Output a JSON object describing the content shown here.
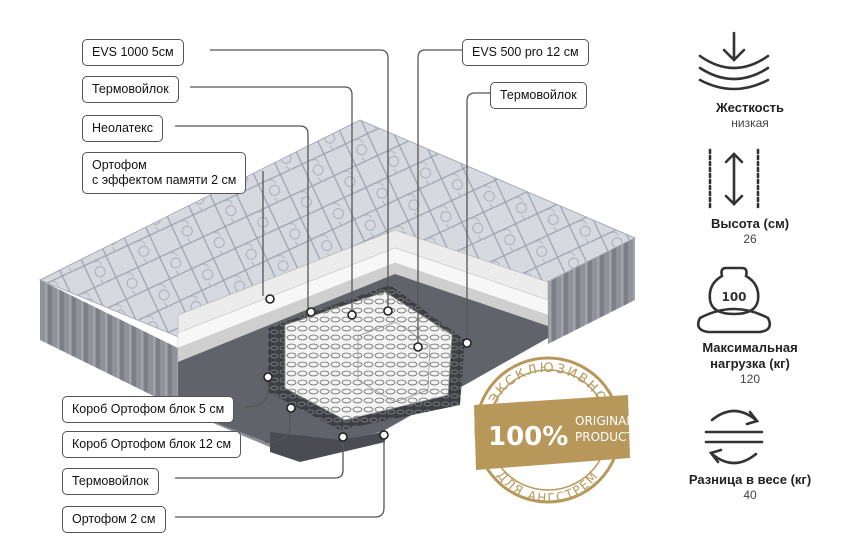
{
  "labels": {
    "evs1000": "EVS 1000 5см",
    "termo1": "Термовойлок",
    "neolatex": "Неолатекс",
    "ortofom_l1": "Ортофом",
    "ortofom_l2": "с эффектом памяти 2 см",
    "evs500": "EVS 500 pro 12 см",
    "termo2": "Термовойлок",
    "korob5": "Короб Ортофом блок 5 см",
    "korob12": "Короб Ортофом блок 12 см",
    "termo3": "Термовойлок",
    "ortofom2": "Ортофом 2 см"
  },
  "badge": {
    "top": "ЭКСКЛЮЗИВНО",
    "bottom": "ДЛЯ АНГСТРЕМ",
    "percent": "100%",
    "line1": "ORIGINAL",
    "line2": "PRODUCT"
  },
  "specs": {
    "stiffness": {
      "title": "Жесткость",
      "value": "низкая",
      "icon": "compression-icon"
    },
    "height": {
      "title": "Высота (см)",
      "value": "26",
      "icon": "height-icon"
    },
    "load": {
      "title_l1": "Максимальная",
      "title_l2": "нагрузка (кг)",
      "value": "120",
      "weight_text": "100",
      "icon": "weight-icon"
    },
    "diff": {
      "title": "Разница в весе (кг)",
      "value": "40",
      "icon": "swap-icon"
    }
  },
  "colors": {
    "accent": "#b8985a",
    "line": "#555555",
    "fabric": "#c9ccd4",
    "side": "#8e9097"
  }
}
